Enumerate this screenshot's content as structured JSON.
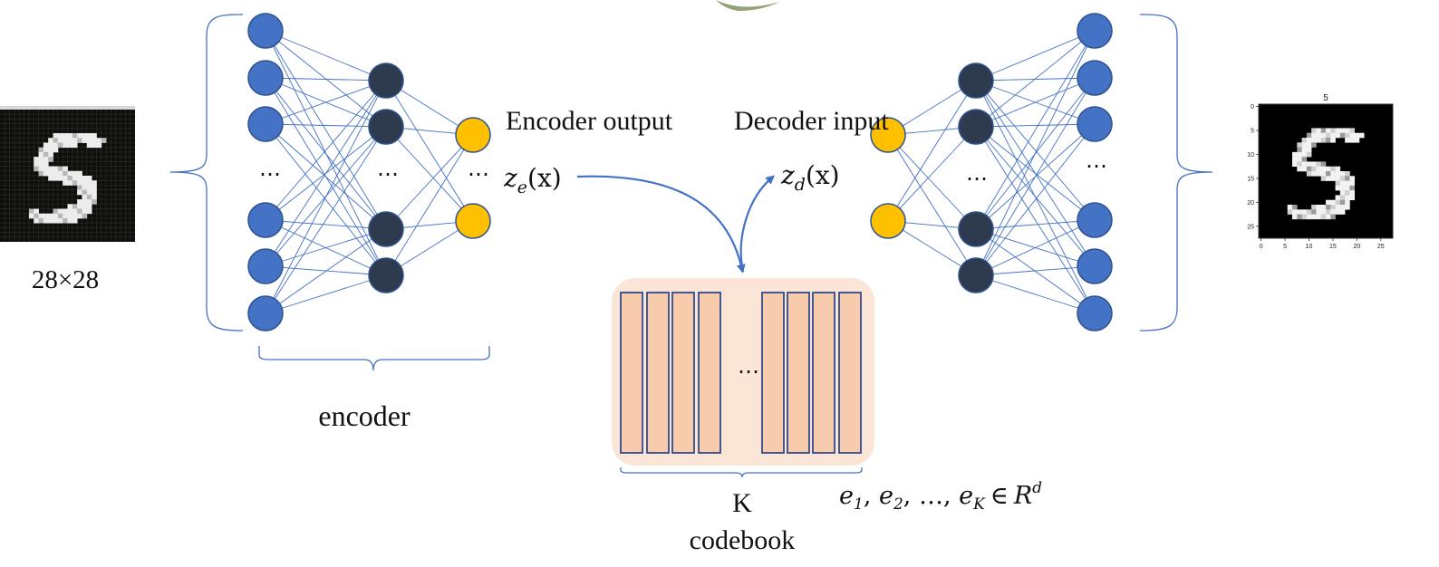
{
  "labels": {
    "input_size": "28×28",
    "encoder": "encoder",
    "encoder_output": "Encoder output",
    "decoder_input": "Decoder input",
    "k": "K",
    "codebook": "codebook",
    "dots": "⋯"
  },
  "math": {
    "ze_base": "z",
    "ze_sub": "e",
    "ze_arg": "(x)",
    "zd_base": "z",
    "zd_sub": "d",
    "zd_arg": "(x)",
    "codebook_e": "e",
    "codebook_sub1": "1",
    "codebook_sub2": "2",
    "codebook_subK": "K",
    "codebook_sep": ", ",
    "codebook_ellipsis": "…",
    "codebook_in": "∈",
    "codebook_R": "R",
    "codebook_d": "d"
  },
  "output_plot": {
    "title": "5",
    "xticks": [
      "0",
      "5",
      "10",
      "15",
      "20",
      "25"
    ],
    "yticks": [
      "0",
      "5",
      "10",
      "15",
      "20",
      "25"
    ]
  },
  "colors": {
    "input_neuron": "#4472c4",
    "hidden_neuron": "#2e3b4e",
    "latent_neuron": "#ffc000",
    "edge": "#4472c4",
    "codebook_bg": "#fbe5d6",
    "codebook_vector": "#f7cbac",
    "codebook_border": "#2f4b8a"
  }
}
